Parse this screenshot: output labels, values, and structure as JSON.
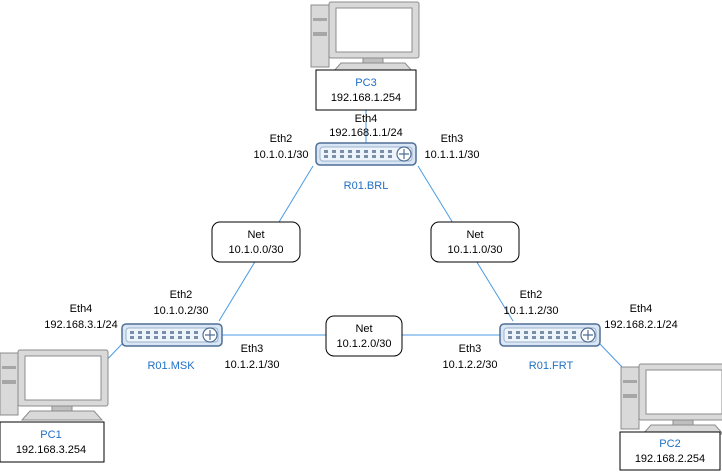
{
  "colors": {
    "link": "#4a9be3",
    "router_body": "#d9e6f5",
    "router_outline": "#4f6f95",
    "pc_body": "#d9d9d9",
    "pc_screen": "#ffffff",
    "node_label": "#1f6fc5",
    "box_border": "#000000"
  },
  "routers": {
    "brl": {
      "name": "R01.BRL",
      "eth4": {
        "label": "Eth4",
        "ip": "192.168.1.1/24"
      },
      "eth2": {
        "label": "Eth2",
        "ip": "10.1.0.1/30"
      },
      "eth3": {
        "label": "Eth3",
        "ip": "10.1.1.1/30"
      }
    },
    "msk": {
      "name": "R01.MSK",
      "eth4": {
        "label": "Eth4",
        "ip": "192.168.3.1/24"
      },
      "eth2": {
        "label": "Eth2",
        "ip": "10.1.0.2/30"
      },
      "eth3": {
        "label": "Eth3",
        "ip": "10.1.2.1/30"
      }
    },
    "frt": {
      "name": "R01.FRT",
      "eth2": {
        "label": "Eth2",
        "ip": "10.1.1.2/30"
      },
      "eth4": {
        "label": "Eth4",
        "ip": "192.168.2.1/24"
      },
      "eth3": {
        "label": "Eth3",
        "ip": "10.1.2.2/30"
      }
    }
  },
  "pcs": {
    "pc1": {
      "name": "PC1",
      "ip": "192.168.3.254"
    },
    "pc2": {
      "name": "PC2",
      "ip": "192.168.2.254"
    },
    "pc3": {
      "name": "PC3",
      "ip": "192.168.1.254"
    }
  },
  "nets": {
    "brl_msk": {
      "label": "Net",
      "subnet": "10.1.0.0/30"
    },
    "brl_frt": {
      "label": "Net",
      "subnet": "10.1.1.0/30"
    },
    "msk_frt": {
      "label": "Net",
      "subnet": "10.1.2.0/30"
    }
  }
}
